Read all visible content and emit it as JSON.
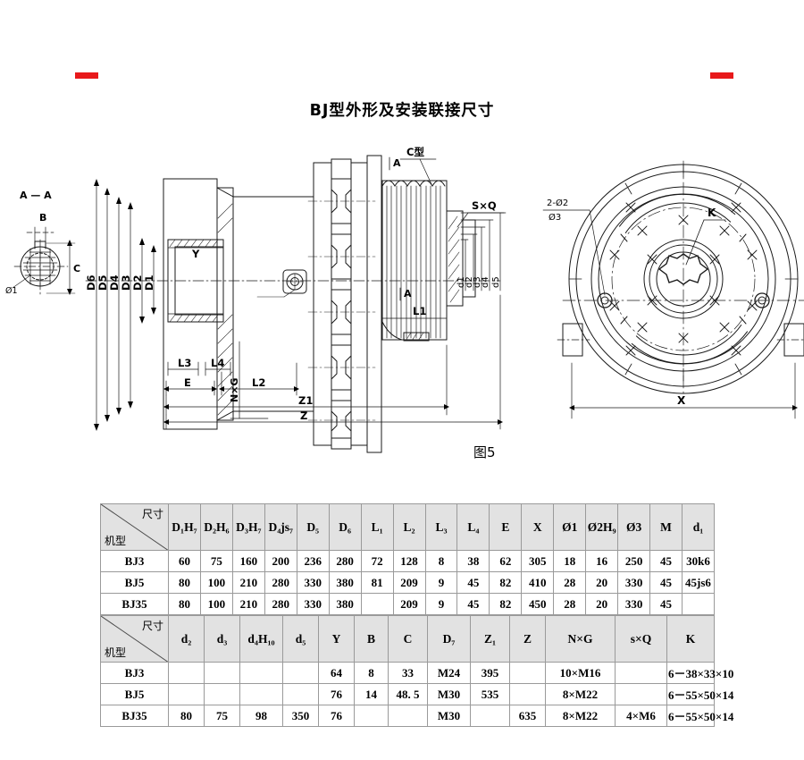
{
  "document": {
    "title": "BJ型外形及安装联接尺寸",
    "figure_caption": "图5",
    "crop_mark_color": "#e8191b"
  },
  "drawing": {
    "section_label": "A — A",
    "labels": {
      "key_b": "B",
      "key_c": "C",
      "bore_d": "Ø1",
      "d1": "D1",
      "d2": "D2",
      "d3": "D3",
      "d4": "D4",
      "d5": "D5",
      "d6": "D6",
      "y": "Y",
      "n_x_g": "N×G",
      "l1": "L1",
      "l2": "L2",
      "l3": "L3",
      "l4": "L4",
      "e": "E",
      "z": "Z",
      "z1": "Z1",
      "a_upper": "A",
      "a_lower": "A",
      "c_type": "C型",
      "s_x_q": "S×Q",
      "small_d1": "d1",
      "small_d2": "d2",
      "small_d3": "d3",
      "small_d4": "d4",
      "small_d5": "d5",
      "hole_callout_top": "2-Ø2",
      "hole_callout_bottom": "Ø3",
      "k": "K",
      "x": "X"
    }
  },
  "table1": {
    "corner": {
      "dimension": "尺寸",
      "model": "机型"
    },
    "headers": [
      "D₁H₇",
      "D₂H₆",
      "D₃H₇",
      "D₄js₇",
      "D₅",
      "D₆",
      "L₁",
      "L₂",
      "L₃",
      "L₄",
      "E",
      "X",
      "Ø1",
      "Ø2H₉",
      "Ø3",
      "M",
      "d₁"
    ],
    "rows": [
      {
        "model": "BJ3",
        "values": [
          "60",
          "75",
          "160",
          "200",
          "236",
          "280",
          "72",
          "128",
          "8",
          "38",
          "62",
          "305",
          "18",
          "16",
          "250",
          "45",
          "30k6"
        ]
      },
      {
        "model": "BJ5",
        "values": [
          "80",
          "100",
          "210",
          "280",
          "330",
          "380",
          "81",
          "209",
          "9",
          "45",
          "82",
          "410",
          "28",
          "20",
          "330",
          "45",
          "45js6"
        ]
      },
      {
        "model": "BJ35",
        "values": [
          "80",
          "100",
          "210",
          "280",
          "330",
          "380",
          "",
          "209",
          "9",
          "45",
          "82",
          "450",
          "28",
          "20",
          "330",
          "45",
          ""
        ]
      }
    ]
  },
  "table2": {
    "corner": {
      "dimension": "尺寸",
      "model": "机型"
    },
    "headers": [
      "d₂",
      "d₃",
      "d₄H₁₀",
      "d₅",
      "Y",
      "B",
      "C",
      "D₇",
      "Z₁",
      "Z",
      "N×G",
      "s×Q",
      "K"
    ],
    "rows": [
      {
        "model": "BJ3",
        "values": [
          "",
          "",
          "",
          "",
          "64",
          "8",
          "33",
          "M24",
          "395",
          "",
          "10×M16",
          "",
          "6－38×33×10"
        ]
      },
      {
        "model": "BJ5",
        "values": [
          "",
          "",
          "",
          "",
          "76",
          "14",
          "48. 5",
          "M30",
          "535",
          "",
          "8×M22",
          "",
          "6－55×50×14"
        ]
      },
      {
        "model": "BJ35",
        "values": [
          "80",
          "75",
          "98",
          "350",
          "76",
          "",
          "",
          "M30",
          "",
          "635",
          "8×M22",
          "4×M6",
          "6－55×50×14"
        ]
      }
    ]
  }
}
